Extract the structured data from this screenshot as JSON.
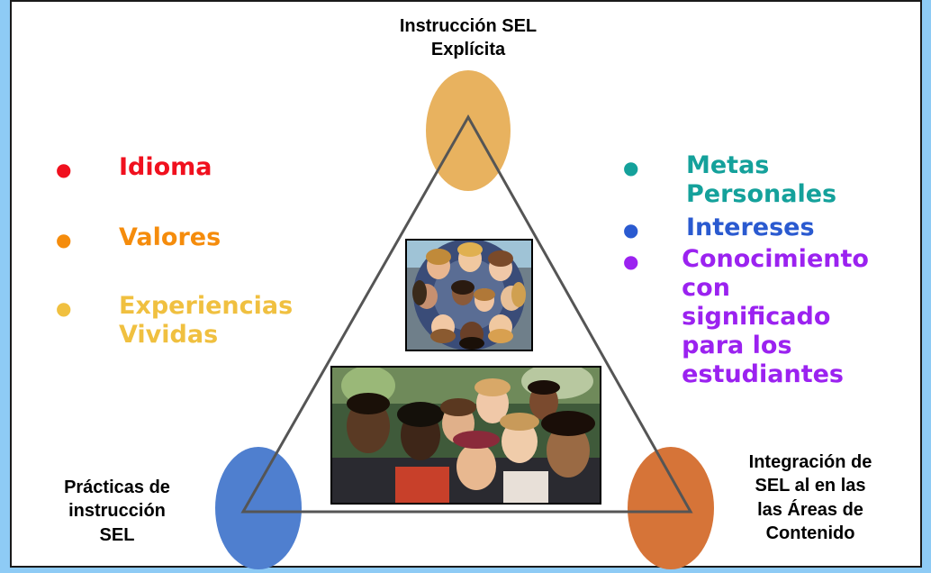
{
  "labels": {
    "top_line1": "Instrucción SEL",
    "top_line2": "Explícita",
    "left_line1": "Prácticas de",
    "left_line2": "instrucción",
    "left_line3": "SEL",
    "right_line1": "Integración de",
    "right_line2": "SEL al en las",
    "right_line3": "las Áreas de",
    "right_line4": "Contenido"
  },
  "left_list": [
    {
      "lines": [
        "Idioma"
      ],
      "color": "#f0101e"
    },
    {
      "lines": [
        "Valores"
      ],
      "color": "#f58c0c"
    },
    {
      "lines": [
        "Experiencias",
        "Vividas"
      ],
      "color": "#f0c040"
    }
  ],
  "right_list": [
    {
      "lines": [
        "Metas",
        "Personales"
      ],
      "color": "#14a19b"
    },
    {
      "lines": [
        "Intereses"
      ],
      "color": "#2a5ad0"
    },
    {
      "lines": [
        "Conocimiento",
        "con significado",
        "para los",
        "estudiantes"
      ],
      "color": "#9b22f0"
    }
  ],
  "bullet_char": "●",
  "colors": {
    "top_circle": "#e8b25f",
    "left_circle": "#4f7fcf",
    "right_circle": "#d67438",
    "triangle_stroke": "#555555",
    "background": "#8ecbf5"
  },
  "icons": [
    "photo-students-circle",
    "photo-students-group"
  ]
}
